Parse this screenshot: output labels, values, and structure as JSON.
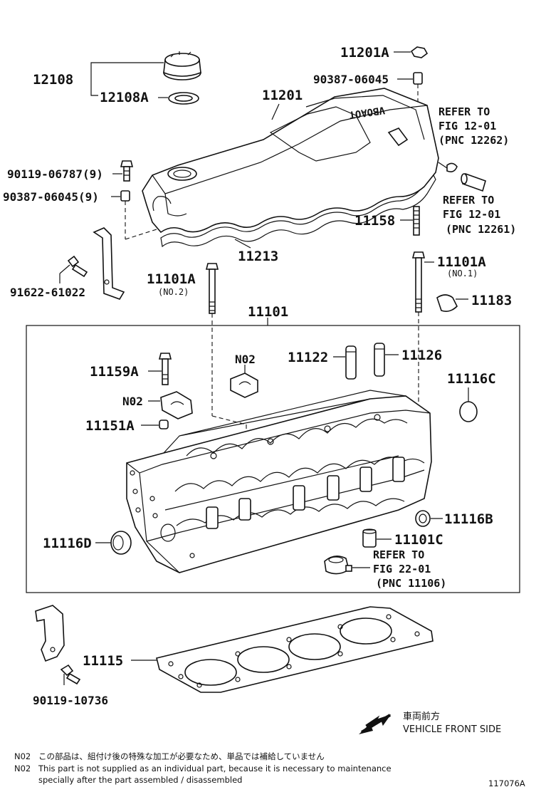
{
  "parts": {
    "p12108": "12108",
    "p12108A": "12108A",
    "p11201A": "11201A",
    "p90387_06045": "90387-06045",
    "p11201": "11201",
    "p90119_06787": "90119-06787(9)",
    "p90387_06045_9": "90387-06045(9)",
    "p11158": "11158",
    "p11213": "11213",
    "p91622_61022": "91622-61022",
    "p11101A_no2": "11101A",
    "no2_tag": "(NO.2)",
    "p11101A_no1": "11101A",
    "no1_tag": "(NO.1)",
    "p11183": "11183",
    "p11101": "11101",
    "p11122": "11122",
    "p11126": "11126",
    "p11159A": "11159A",
    "p11116C": "11116C",
    "n02_a": "N02",
    "n02_b": "N02",
    "p11151A": "11151A",
    "p11116B": "11116B",
    "p11116D": "11116D",
    "p11101C": "11101C",
    "p11115": "11115",
    "p90119_10736": "90119-10736"
  },
  "refs": {
    "ref1": [
      "REFER TO",
      "FIG 12-01",
      "(PNC 12262)"
    ],
    "ref2": [
      "REFER TO",
      "FIG 12-01",
      "(PNC 12261)"
    ],
    "ref3": [
      "REFER TO",
      "FIG 22-01",
      "(PNC 11106)"
    ]
  },
  "cover_text": "VBOAOT",
  "front": {
    "jp": "車両前方",
    "en": "VEHICLE FRONT SIDE"
  },
  "notes": {
    "line1_tag": "N02",
    "line1": "この部品は、組付け後の特殊な加工が必要なため、単品では補給していません",
    "line2_tag": "N02",
    "line2": "This part is not supplied as an individual part, because it is necessary to maintenance",
    "line3": "specially after the part assembled / disassembled"
  },
  "figure_id": "117076A"
}
